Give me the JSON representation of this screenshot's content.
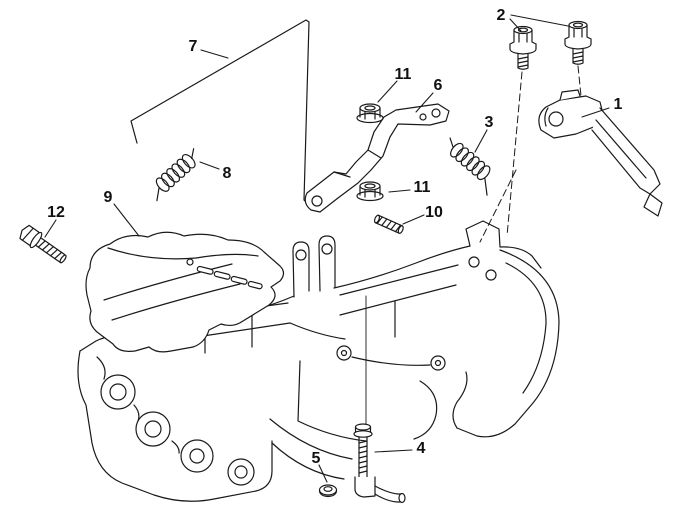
{
  "diagram": {
    "type": "exploded-parts-diagram",
    "description_visible_text_only": true,
    "colors": {
      "background": "#ffffff",
      "line": "#1a1a1a",
      "label": "#111111"
    },
    "labels": [
      {
        "id": "part-7",
        "text": "7"
      },
      {
        "id": "part-2",
        "text": "2"
      },
      {
        "id": "part-11-upper",
        "text": "11"
      },
      {
        "id": "part-6",
        "text": "6"
      },
      {
        "id": "part-1",
        "text": "1"
      },
      {
        "id": "part-3",
        "text": "3"
      },
      {
        "id": "part-8",
        "text": "8"
      },
      {
        "id": "part-11-lower",
        "text": "11"
      },
      {
        "id": "part-10",
        "text": "10"
      },
      {
        "id": "part-9",
        "text": "9"
      },
      {
        "id": "part-12",
        "text": "12"
      },
      {
        "id": "part-4",
        "text": "4"
      },
      {
        "id": "part-5",
        "text": "5"
      }
    ]
  }
}
